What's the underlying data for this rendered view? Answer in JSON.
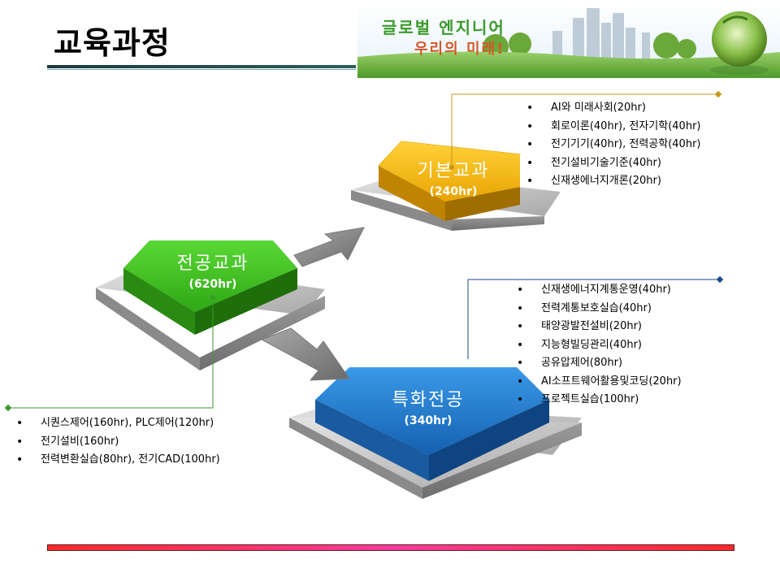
{
  "page": {
    "title": "교육과정",
    "banner_line1": "글로벌 엔지니어",
    "banner_line2": "우리의 미래!"
  },
  "blocks": {
    "basic": {
      "name": "기본교과",
      "hours": "(240hr)",
      "color": "#f2b800"
    },
    "major": {
      "name": "전공교과",
      "hours": "(620hr)",
      "color": "#3fbf1f"
    },
    "special": {
      "name": "특화전공",
      "hours": "(340hr)",
      "color": "#1f78c8"
    }
  },
  "lists": {
    "basic": [
      "AI와 미래사회(20hr)",
      "회로이론(40hr), 전자기학(40hr)",
      "전기기기(40hr), 전력공학(40hr)",
      "전기설비기술기준(40hr)",
      "신재생에너지개론(20hr)"
    ],
    "special": [
      "신재생에너지계통운영(40hr)",
      "전력계통보호실습(40hr)",
      "태양광발전설비(20hr)",
      "지능형빌딩관리(40hr)",
      "공유압제어(80hr)",
      "AI소프트웨어활용및코딩(20hr)",
      "프로젝트실습(100hr)"
    ],
    "major": [
      "시퀀스제어(160hr), PLC제어(120hr)",
      "전기설비(160hr)",
      "전력변환실습(80hr), 전기CAD(100hr)"
    ]
  },
  "colors": {
    "basic_connector": "#c8961e",
    "special_connector": "#1a4a8a",
    "major_connector": "#3a9a2a",
    "arrow": "#8c8c8c",
    "base": "#b8b8b8"
  }
}
